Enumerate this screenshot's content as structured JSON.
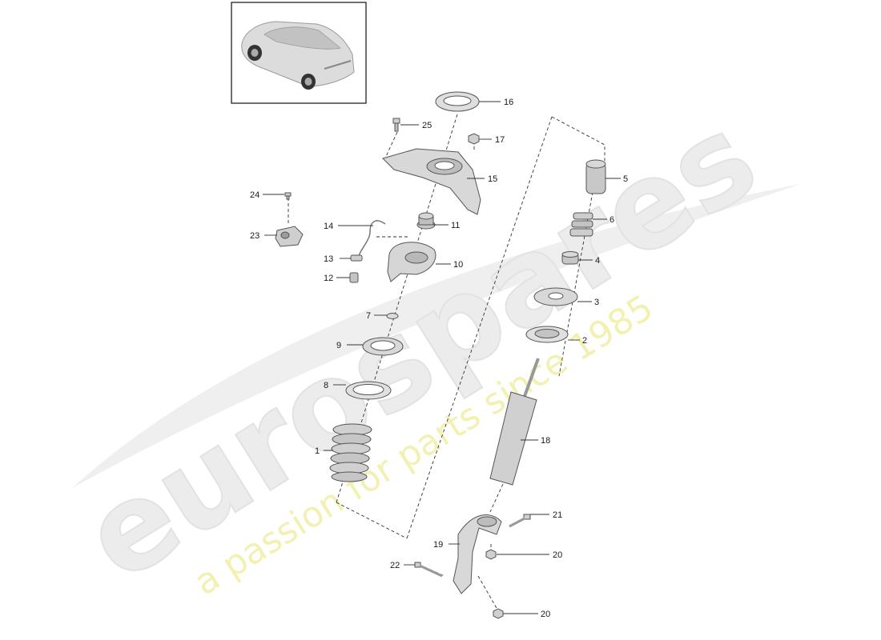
{
  "watermark": {
    "brand": "eurospares",
    "tagline": "a passion for parts since 1985"
  },
  "callouts": [
    "1",
    "2",
    "3",
    "4",
    "5",
    "6",
    "7",
    "8",
    "9",
    "10",
    "11",
    "12",
    "13",
    "14",
    "15",
    "16",
    "17",
    "18",
    "19",
    "20",
    "20",
    "21",
    "22",
    "23",
    "24",
    "25"
  ],
  "colors": {
    "line": "#333333",
    "part_fill": "#d9d9d9",
    "part_stroke": "#555555",
    "watermark_gray": "#e6e6e6",
    "watermark_yellow": "#f2f0a6"
  }
}
